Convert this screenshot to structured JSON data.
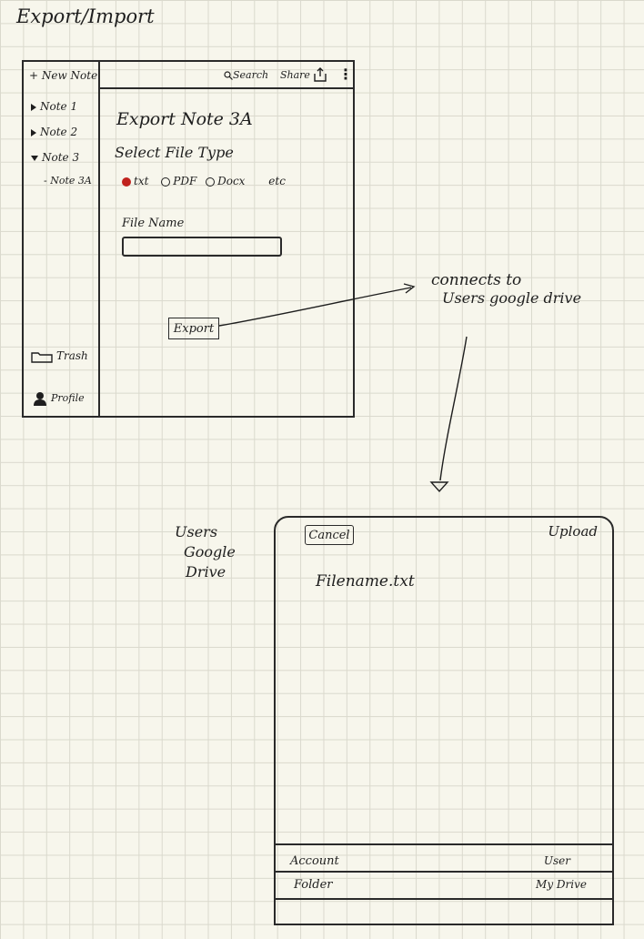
{
  "page": {
    "title": "Export/Import"
  },
  "app": {
    "sidebar": {
      "new_note": "+ New Note",
      "notes": [
        {
          "label": "Note 1",
          "expanded": false
        },
        {
          "label": "Note 2",
          "expanded": false
        },
        {
          "label": "Note 3",
          "expanded": true
        }
      ],
      "subnote": "- Note 3A",
      "trash": "Trash",
      "profile": "Profile"
    },
    "toolbar": {
      "search": "Search",
      "share": "Share",
      "more": "⋮"
    },
    "main": {
      "heading": "Export Note 3A",
      "file_type_label": "Select File Type",
      "file_types": [
        "txt",
        "PDF",
        "Docx"
      ],
      "selected_type": "txt",
      "etc": "etc",
      "filename_label": "File Name",
      "filename_value": "",
      "export_label": "Export"
    }
  },
  "annotations": {
    "connects": "connects to",
    "drive_target": "Users google drive",
    "side_label": [
      "Users",
      "Google",
      "Drive"
    ]
  },
  "drive": {
    "cancel": "Cancel",
    "upload": "Upload",
    "filename": "Filename.txt",
    "rows": [
      {
        "label": "Account",
        "value": "User"
      },
      {
        "label": "Folder",
        "value": "My Drive"
      }
    ]
  },
  "colors": {
    "ink": "#1e1e1e",
    "selected_radio": "#c0221d",
    "paper": "#f7f6ec"
  }
}
